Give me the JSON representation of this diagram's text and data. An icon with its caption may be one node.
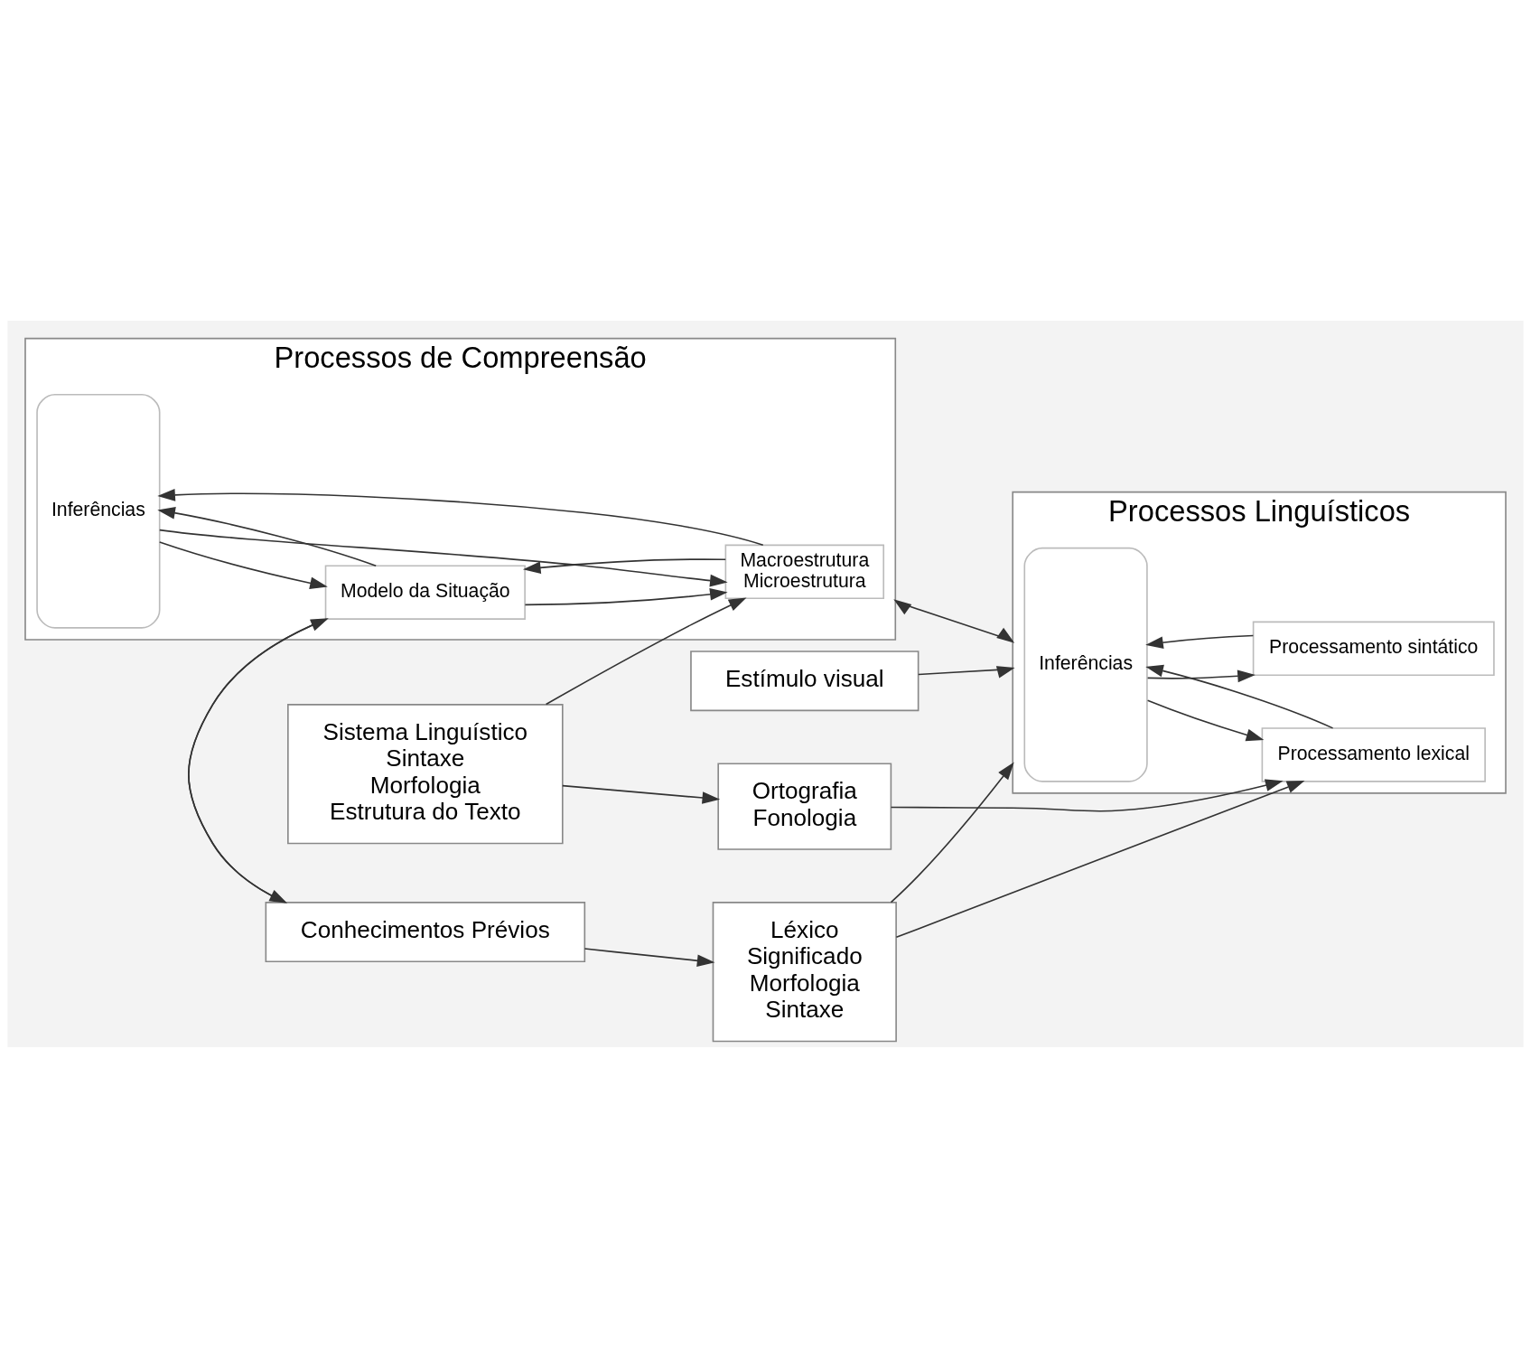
{
  "diagram": {
    "nodes": [
      {
        "text": [
          "Processos de Compreensão"
        ]
      },
      {
        "text": [
          "Inferências"
        ],
        "in": 0
      },
      {
        "text": [
          "Modelo da Situação"
        ],
        "in": 0
      },
      {
        "text": [
          "Macroestrutura",
          "Microestrutura"
        ],
        "in": 0
      },
      {
        "text": [
          "Conhecimentos Prévios"
        ]
      },
      {
        "text": [
          "Sistema Linguístico",
          "Sintaxe",
          "Morfologia",
          "Estrutura do Texto"
        ]
      },
      {
        "text": [
          "Processos Linguísticos"
        ]
      },
      {
        "text": [
          "Inferências"
        ],
        "in": 6
      },
      {
        "text": [
          "Processamento sintático"
        ],
        "in": 6
      },
      {
        "text": [
          "Processamento lexical"
        ],
        "in": 6
      },
      {
        "text": [
          "Léxico",
          "Significado",
          "Morfologia",
          "Sintaxe"
        ]
      },
      {
        "text": [
          "Ortografia",
          "Fonologia"
        ]
      },
      {
        "text": [
          "Estímulo visual"
        ]
      }
    ],
    "edges": [
      {
        "from": 4,
        "to": 2,
        "arrow": "to"
      },
      {
        "from": 2,
        "to": 4,
        "arrow": "to"
      },
      {
        "from": 1,
        "to": 2,
        "arrow": "to"
      },
      {
        "from": 2,
        "to": 1,
        "arrow": "to"
      },
      {
        "from": 1,
        "to": 3,
        "arrow": "to"
      },
      {
        "from": 3,
        "to": 1,
        "arrow": "to"
      },
      {
        "from": 2,
        "to": 3,
        "arrow": "to"
      },
      {
        "from": 3,
        "to": 2,
        "arrow": "to"
      },
      {
        "from": 5,
        "to": 3,
        "arrow": "to"
      },
      {
        "from": 0,
        "to": 6,
        "arrow": "both"
      },
      {
        "from": 7,
        "to": 8,
        "arrow": "to"
      },
      {
        "from": 8,
        "to": 7,
        "arrow": "to"
      },
      {
        "from": 7,
        "to": 9,
        "arrow": "to"
      },
      {
        "from": 9,
        "to": 7,
        "arrow": "to"
      },
      {
        "from": 10,
        "to": 6,
        "arrow": "to"
      },
      {
        "from": 10,
        "to": 9,
        "arrow": "to"
      },
      {
        "from": 11,
        "to": 9,
        "arrow": "to"
      },
      {
        "from": 4,
        "to": 10,
        "arrow": "to"
      },
      {
        "from": 5,
        "to": 11,
        "arrow": "to"
      },
      {
        "from": 12,
        "to": 6,
        "arrow": "to"
      }
    ]
  }
}
